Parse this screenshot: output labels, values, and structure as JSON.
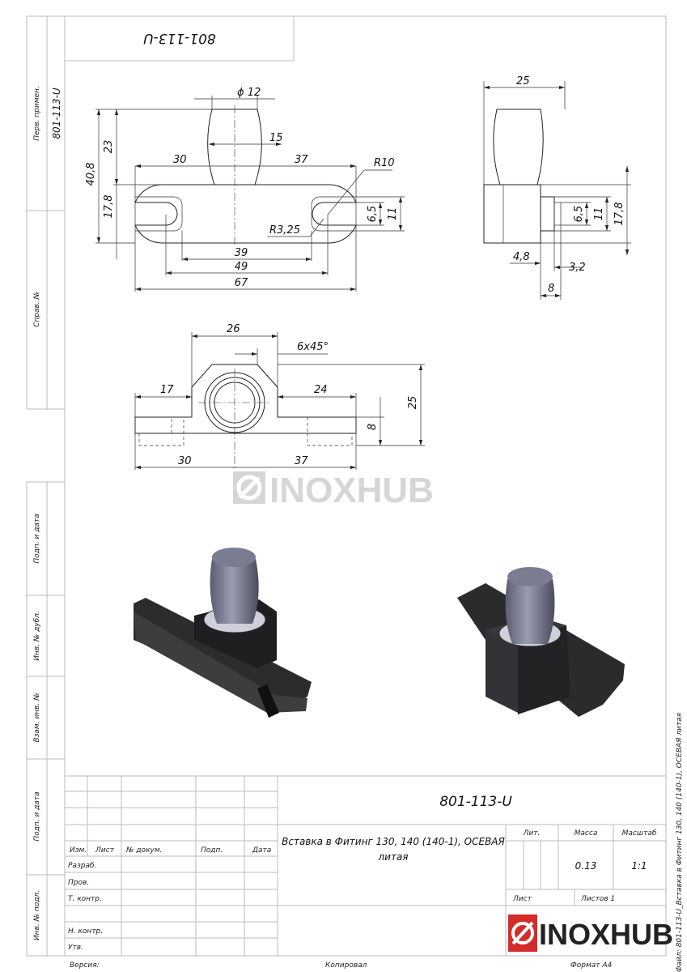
{
  "document": {
    "designation": "801-113-U",
    "title": "Вставка в Фитинг 130, 140 (140-1), ОСЕВАЯ",
    "title_line2": "литая",
    "file_label": "Файл: 801-113-U_Вставка в Фитинг 130, 140 (140-1), ОСЕВАЯ литая",
    "brand": "INOXHUB"
  },
  "side_strip": {
    "perv_primen": "Перв. примен.",
    "perv_primen_value": "801-113-U",
    "sprav": "Справ. №",
    "podp_data_1": "Подп. и дата",
    "inv_dubl": "Инв. № дубл.",
    "vzam_inv": "Взам. инв. №",
    "podp_data_2": "Подп. и дата",
    "inv_podl": "Инв. № подл."
  },
  "title_block": {
    "headers": [
      "Изм.",
      "Лист",
      "№ докум.",
      "Подп.",
      "Дата"
    ],
    "roles": [
      "Разраб.",
      "Пров.",
      "Т. контр.",
      "",
      "Н. контр.",
      "Утв."
    ],
    "lit_label": "Лит.",
    "mass_label": "Масса",
    "scale_label": "Масштаб",
    "mass_value": "0.13",
    "scale_value": "1:1",
    "sheet_label": "Лист",
    "sheets_label": "Листов 1",
    "footer": {
      "version": "Версия:",
      "copied": "Копировал",
      "format": "Формат A4"
    }
  },
  "dimensions": {
    "front": {
      "d12": "ϕ 12",
      "d15": "15",
      "d30": "30",
      "d37": "37",
      "r10": "R10",
      "r325": "R3,25",
      "d408": "40,8",
      "d23": "23",
      "d178": "17,8",
      "d65": "6,5",
      "d11": "11",
      "d39": "39",
      "d49": "49",
      "d67": "67"
    },
    "side": {
      "d25": "25",
      "d65": "6,5",
      "d11": "11",
      "d178": "17,8",
      "d48": "4,8",
      "d32": "3,2",
      "d8": "8"
    },
    "plan": {
      "d26": "26",
      "chamfer": "6x45°",
      "d17": "17",
      "d24": "24",
      "d25": "25",
      "d8": "8",
      "d30": "30",
      "d37": "37"
    }
  }
}
